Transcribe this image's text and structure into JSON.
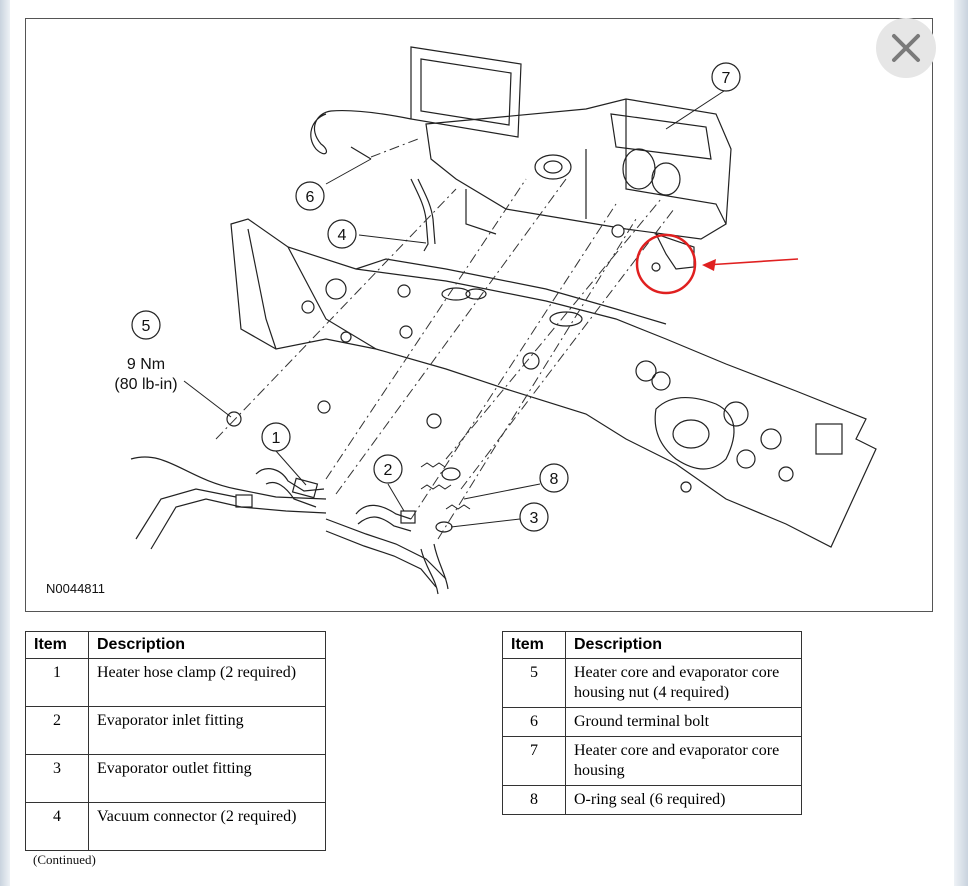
{
  "figure": {
    "id_label": "N0044811",
    "callouts": [
      {
        "num": "1"
      },
      {
        "num": "2"
      },
      {
        "num": "3"
      },
      {
        "num": "4"
      },
      {
        "num": "5"
      },
      {
        "num": "6"
      },
      {
        "num": "7"
      },
      {
        "num": "8"
      }
    ],
    "torque": {
      "line1": "9 Nm",
      "line2": "(80 lb-in)"
    },
    "highlight_color": "#e02020"
  },
  "legend_left": {
    "header": {
      "item": "Item",
      "description": "Description"
    },
    "rows": [
      {
        "item": "1",
        "description": "Heater hose clamp (2 required)"
      },
      {
        "item": "2",
        "description": "Evaporator inlet fitting"
      },
      {
        "item": "3",
        "description": "Evaporator outlet fitting"
      },
      {
        "item": "4",
        "description": "Vacuum connector (2 required)"
      }
    ]
  },
  "legend_right": {
    "header": {
      "item": "Item",
      "description": "Description"
    },
    "rows": [
      {
        "item": "5",
        "description": "Heater core and evaporator core housing nut (4 required)"
      },
      {
        "item": "6",
        "description": "Ground terminal bolt"
      },
      {
        "item": "7",
        "description": "Heater core and evaporator core housing"
      },
      {
        "item": "8",
        "description": "O-ring seal (6 required)"
      }
    ]
  },
  "footer": {
    "continued": "(Continued)"
  },
  "controls": {
    "close_icon": "close-icon"
  }
}
